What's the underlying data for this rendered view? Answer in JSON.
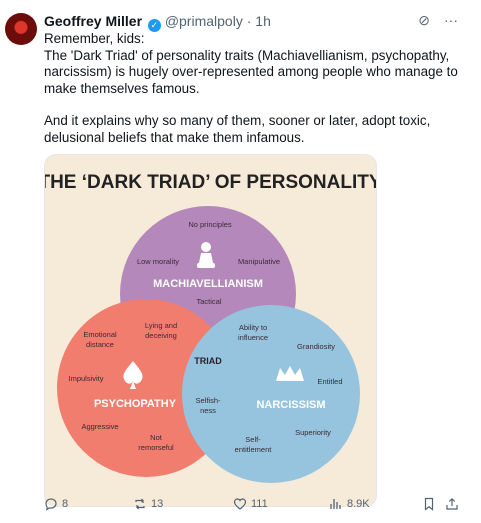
{
  "tweet": {
    "author_name": "Geoffrey Miller",
    "handle": "@primalpoly",
    "separator": "·",
    "time": "1h",
    "verified_icon": "verified-badge-icon",
    "paragraphs": [
      "Remember, kids:",
      "The 'Dark Triad' of personality traits (Machiavellianism, psychopathy, narcissism) is hugely over-represented among people who manage to make themselves famous.",
      "And it explains why so many of them, sooner or later, adopt toxic, delusional beliefs that make them infamous."
    ]
  },
  "image": {
    "title": "THE ‘DARK TRIAD’ OF PERSONALITY",
    "circles": {
      "machiavellianism": {
        "label": "MACHIAVELLIANISM",
        "color": "#a977b6",
        "traits": [
          "No principles",
          "Low morality",
          "Manipulative",
          "Tactical"
        ]
      },
      "psychopathy": {
        "label": "PSYCHOPATHY",
        "color": "#f06a5c",
        "traits": [
          "Emotional distance",
          "Impulsivity",
          "Aggressive",
          "Not remorseful"
        ]
      },
      "narcissism": {
        "label": "NARCISSISM",
        "color": "#86bedf",
        "traits": [
          "Grandiosity",
          "Entitled",
          "Superiority",
          "Self-entitlement"
        ]
      }
    },
    "overlaps": {
      "mach_psycho": "Lying and deceiving",
      "mach_narc": "Ability to influence",
      "psycho_narc": "Selfishness",
      "center": "TRIAD"
    }
  },
  "actions": {
    "replies": "8",
    "reposts": "13",
    "likes": "111",
    "views": "8.9K"
  }
}
